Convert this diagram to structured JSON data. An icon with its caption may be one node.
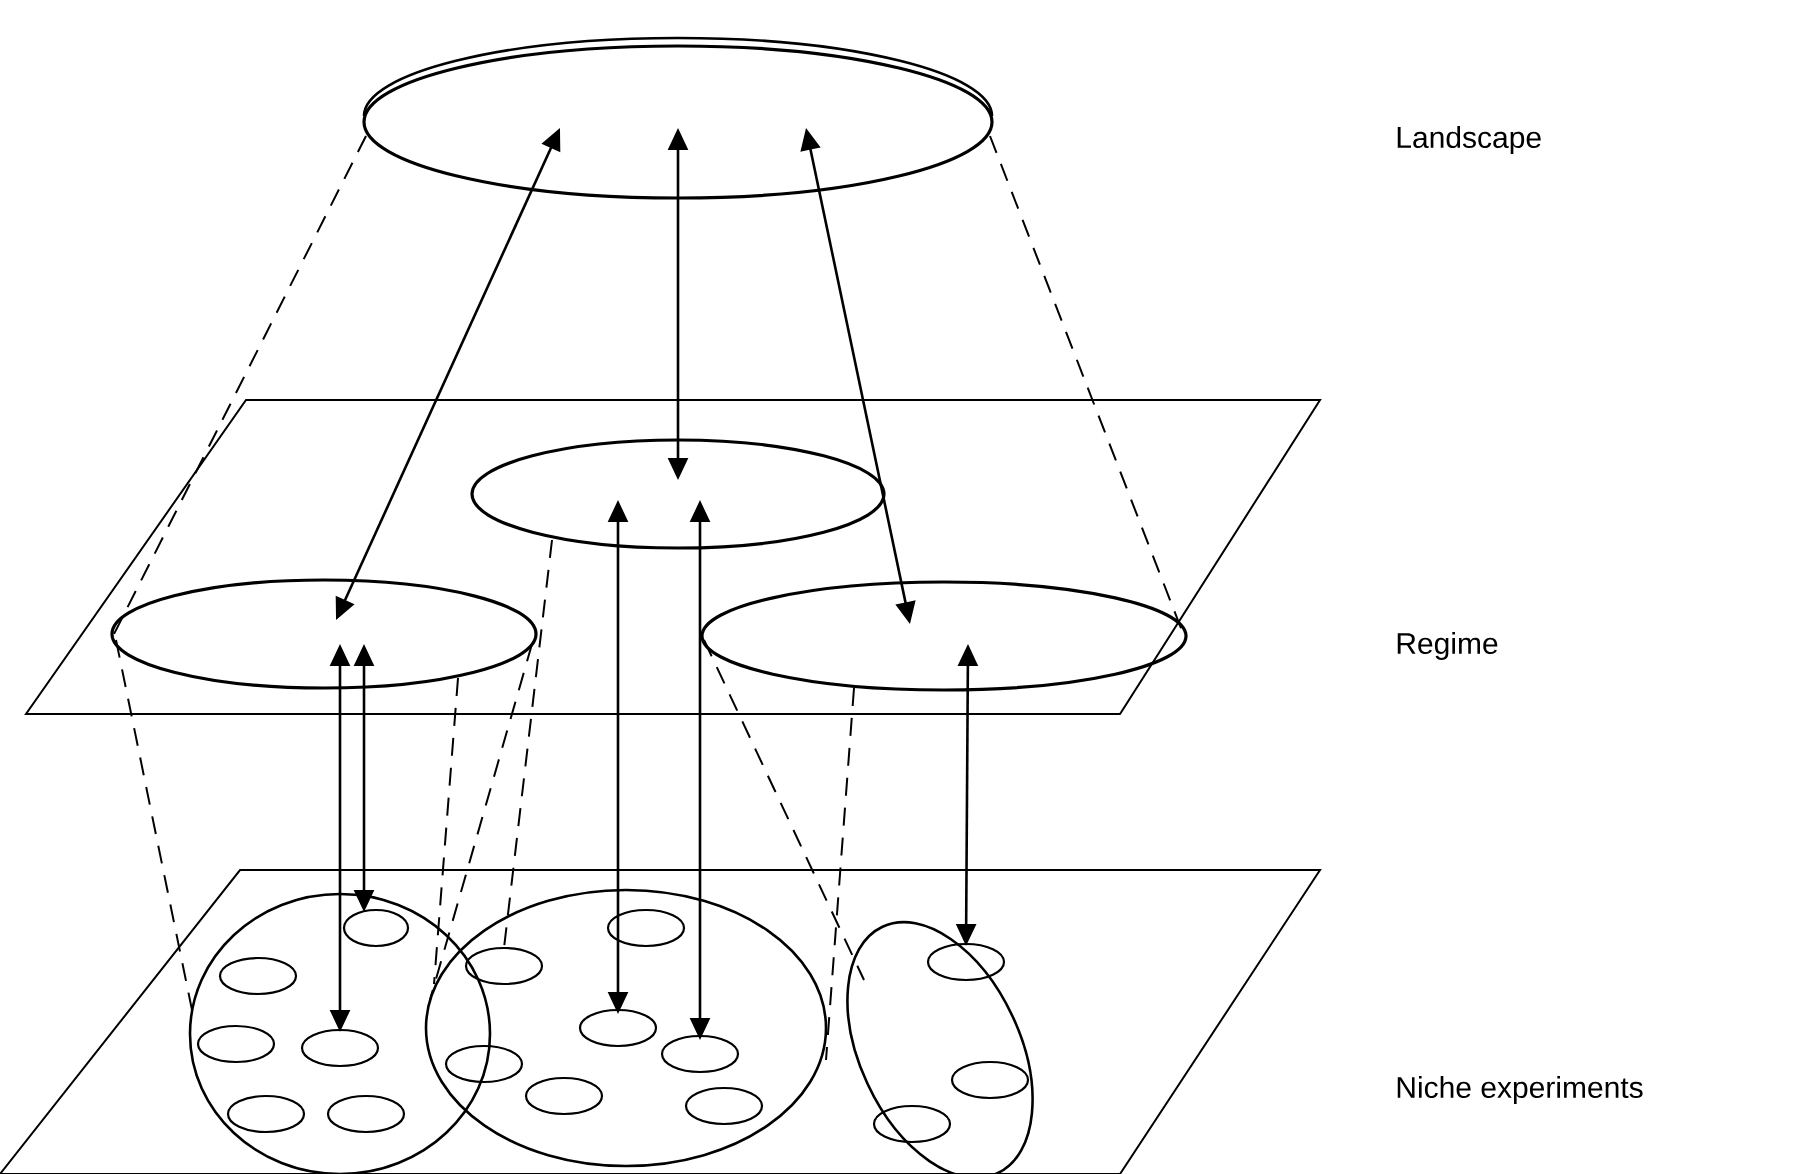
{
  "diagram": {
    "nodes": [
      {
        "text": [],
        "shape": "ellipse"
      },
      {
        "text": [],
        "shape": "parallelogram"
      },
      {
        "text": [],
        "shape": "ellipse",
        "in": 1
      },
      {
        "text": [],
        "shape": "ellipse",
        "in": 1
      },
      {
        "text": [],
        "shape": "ellipse",
        "in": 1
      },
      {
        "text": [],
        "shape": "parallelogram"
      },
      {
        "text": [],
        "shape": "ellipse",
        "in": 5
      },
      {
        "text": [],
        "shape": "ellipse",
        "in": 5
      },
      {
        "text": [],
        "shape": "ellipse",
        "in": 5
      },
      {
        "text": [],
        "shape": "ellipse",
        "in": 6
      },
      {
        "text": [],
        "shape": "ellipse",
        "in": 6
      },
      {
        "text": [],
        "shape": "ellipse",
        "in": 6
      },
      {
        "text": [],
        "shape": "ellipse",
        "in": 6
      },
      {
        "text": [],
        "shape": "ellipse",
        "in": 6
      },
      {
        "text": [],
        "shape": "ellipse",
        "in": 6
      },
      {
        "text": [],
        "shape": "ellipse",
        "in": 7
      },
      {
        "text": [],
        "shape": "ellipse",
        "in": 7
      },
      {
        "text": [],
        "shape": "ellipse",
        "in": 7
      },
      {
        "text": [],
        "shape": "ellipse",
        "in": 7
      },
      {
        "text": [],
        "shape": "ellipse",
        "in": 7
      },
      {
        "text": [],
        "shape": "ellipse",
        "in": 7
      },
      {
        "text": [],
        "shape": "ellipse",
        "in": 7
      },
      {
        "text": [],
        "shape": "ellipse",
        "in": 8
      },
      {
        "text": [],
        "shape": "ellipse",
        "in": 8
      },
      {
        "text": [],
        "shape": "ellipse",
        "in": 8
      }
    ],
    "edges": [
      {
        "from": 0,
        "to": 3,
        "arrow": "both"
      },
      {
        "from": 0,
        "to": 2,
        "arrow": "both"
      },
      {
        "from": 0,
        "to": 4,
        "arrow": "both"
      },
      {
        "from": 3,
        "to": 12,
        "arrow": "both"
      },
      {
        "from": 3,
        "to": 9,
        "arrow": "both"
      },
      {
        "from": 2,
        "to": 17,
        "arrow": "both"
      },
      {
        "from": 2,
        "to": 18,
        "arrow": "both"
      },
      {
        "from": 4,
        "to": 22,
        "arrow": "both"
      },
      {
        "from": 0,
        "to": 3,
        "arrow": "none",
        "style": "dashed"
      },
      {
        "from": 0,
        "to": 4,
        "arrow": "none",
        "style": "dashed"
      },
      {
        "from": 3,
        "to": 6,
        "arrow": "none",
        "style": "dashed"
      },
      {
        "from": 3,
        "to": 7,
        "arrow": "none",
        "style": "dashed"
      },
      {
        "from": 3,
        "to": 7,
        "arrow": "none",
        "style": "dashed"
      },
      {
        "from": 2,
        "to": 16,
        "arrow": "none",
        "style": "dashed"
      },
      {
        "from": 4,
        "to": 7,
        "arrow": "none",
        "style": "dashed"
      },
      {
        "from": 4,
        "to": 8,
        "arrow": "none",
        "style": "dashed"
      }
    ],
    "labels": [
      "Landscape",
      "Regime",
      "Niche experiments"
    ]
  }
}
